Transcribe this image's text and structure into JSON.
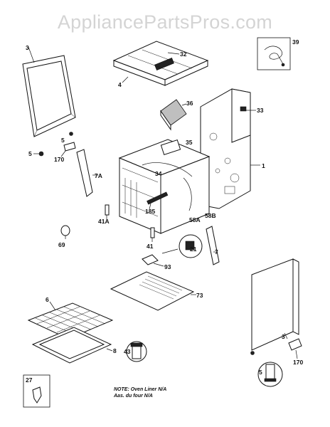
{
  "watermark": "AppliancePartsPros.com",
  "labels": {
    "l3a": "3",
    "l32": "32",
    "l4": "4",
    "l39": "39",
    "l36": "36",
    "l33": "33",
    "l5a": "5",
    "l5b": "5",
    "l170a": "170",
    "l7a": "7A",
    "l35": "35",
    "l1": "1",
    "l34": "34",
    "l185": "185",
    "l41a": "41A",
    "l58a": "58A",
    "l58b": "58B",
    "l69": "69",
    "l41": "41",
    "l21": "21",
    "l7": "7",
    "l93": "93",
    "l73": "73",
    "l6": "6",
    "l3b": "3",
    "l8": "8",
    "l43": "43",
    "l5c": "5",
    "l170b": "170",
    "l27": "27"
  },
  "note": {
    "line1": "NOTE: Oven Liner N/A",
    "line2": "Aas. du four N/A"
  }
}
